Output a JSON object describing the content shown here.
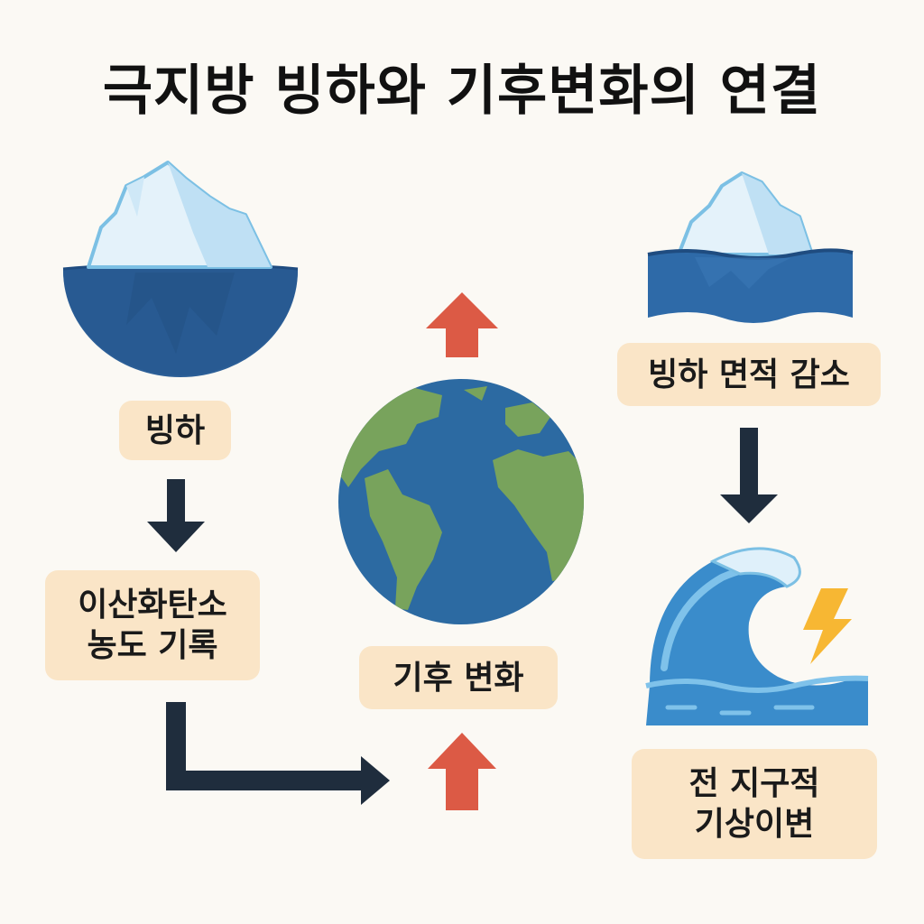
{
  "title": "극지방 빙하와 기후변화의 연결",
  "labels": {
    "glacier": "빙하",
    "co2_line1": "이산화탄소",
    "co2_line2": "농도 기록",
    "climate_change": "기후 변화",
    "area_decrease": "빙하 면적 감소",
    "weather_line1": "전 지구적",
    "weather_line2": "기상이변"
  },
  "colors": {
    "background": "#fbf9f4",
    "label_bg": "#fae5c7",
    "arrow_dark": "#1f2d3d",
    "arrow_red": "#dc5a45",
    "ice_light": "#e4f2fa",
    "ice_mid": "#b7dcf2",
    "ice_outline": "#7cc0e4",
    "water_dark": "#235a93",
    "water_mid": "#2e6aa8",
    "earth_ocean": "#2c6aa2",
    "earth_land": "#78a35c",
    "wave_blue": "#3a8ccb",
    "lightning": "#f7b733"
  }
}
